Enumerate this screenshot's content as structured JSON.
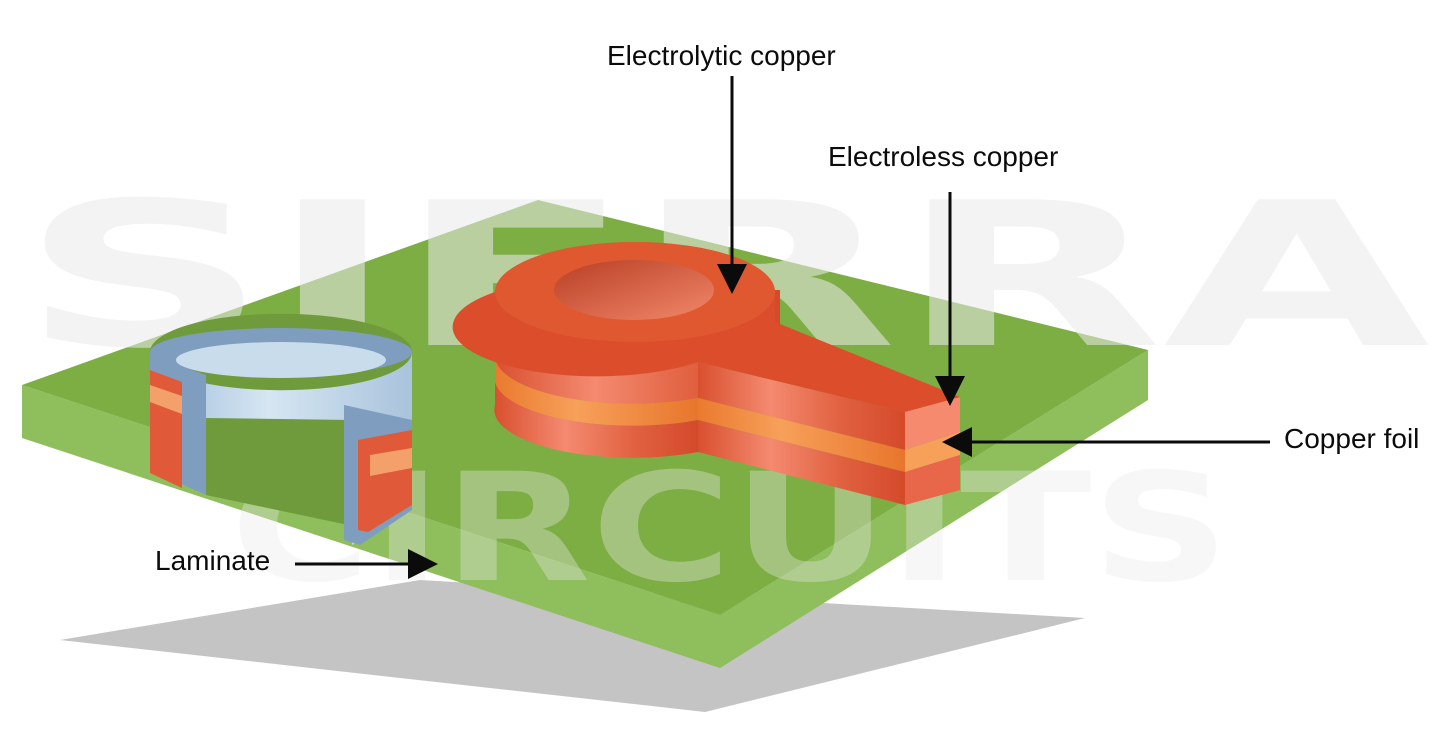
{
  "watermark": {
    "line1": "SIERRA",
    "line2": "CIRCUITS"
  },
  "labels": {
    "electrolytic_copper": "Electrolytic copper",
    "electroless_copper": "Electroless copper",
    "copper_foil": "Copper foil",
    "laminate": "Laminate"
  },
  "colors": {
    "laminate_top": "#7cae44",
    "laminate_side": "#8fbe5c",
    "copper": "#e05a3a",
    "copper_light": "#f58a6e",
    "copper_foil": "#f08a3a",
    "barrel": "#7f9dbf",
    "barrel_inner": "#c8dcec",
    "shadow": "#c4c4c4",
    "watermark": "#ebebeb"
  }
}
